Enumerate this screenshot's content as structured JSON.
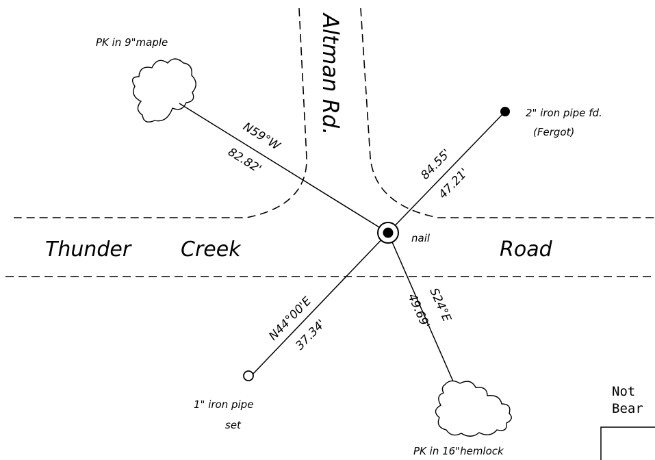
{
  "roads": {
    "altman": "Altman Rd.",
    "thunder_word1": "Thunder",
    "thunder_word2": "Creek",
    "thunder_word3": "Road"
  },
  "center": {
    "label": "nail"
  },
  "points": {
    "maple": {
      "label": "PK in 9\"maple"
    },
    "pipe_found": {
      "line1": "2\" iron pipe fd.",
      "line2": "(Fergot)"
    },
    "pipe_set": {
      "line1": "1\" iron pipe",
      "line2": "set"
    },
    "hemlock": {
      "label": "PK in 16\"hemlock"
    }
  },
  "ties": {
    "maple": {
      "bearing": "N59°W",
      "distance": "82.82'"
    },
    "pipe_found": {
      "bearing": "84.55'",
      "distance": "47.21'"
    },
    "pipe_set": {
      "bearing": "N44°00'E",
      "distance": "37.34'"
    },
    "hemlock": {
      "bearing": "S24°E",
      "distance": "49.69'"
    }
  },
  "note": {
    "line1": "Not",
    "line2": "Bear"
  }
}
